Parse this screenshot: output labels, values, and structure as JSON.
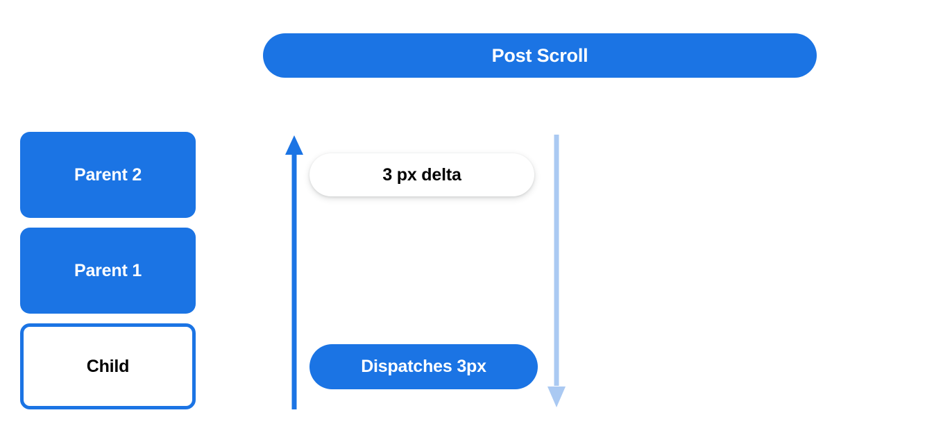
{
  "diagram": {
    "title": "Post Scroll",
    "hierarchy": [
      {
        "label": "Parent 2",
        "style": "filled"
      },
      {
        "label": "Parent 1",
        "style": "filled"
      },
      {
        "label": "Child",
        "style": "outlined"
      }
    ],
    "annotations": {
      "delta": "3 px delta",
      "dispatch": "Dispatches 3px"
    },
    "arrows": {
      "up": "arrow-up-icon",
      "down": "arrow-down-icon"
    },
    "colors": {
      "primary_blue": "#1b74e4",
      "light_blue": "#aac9f2",
      "text_on_blue": "#ffffff",
      "text_dark": "#000000",
      "background": "#ffffff"
    }
  }
}
